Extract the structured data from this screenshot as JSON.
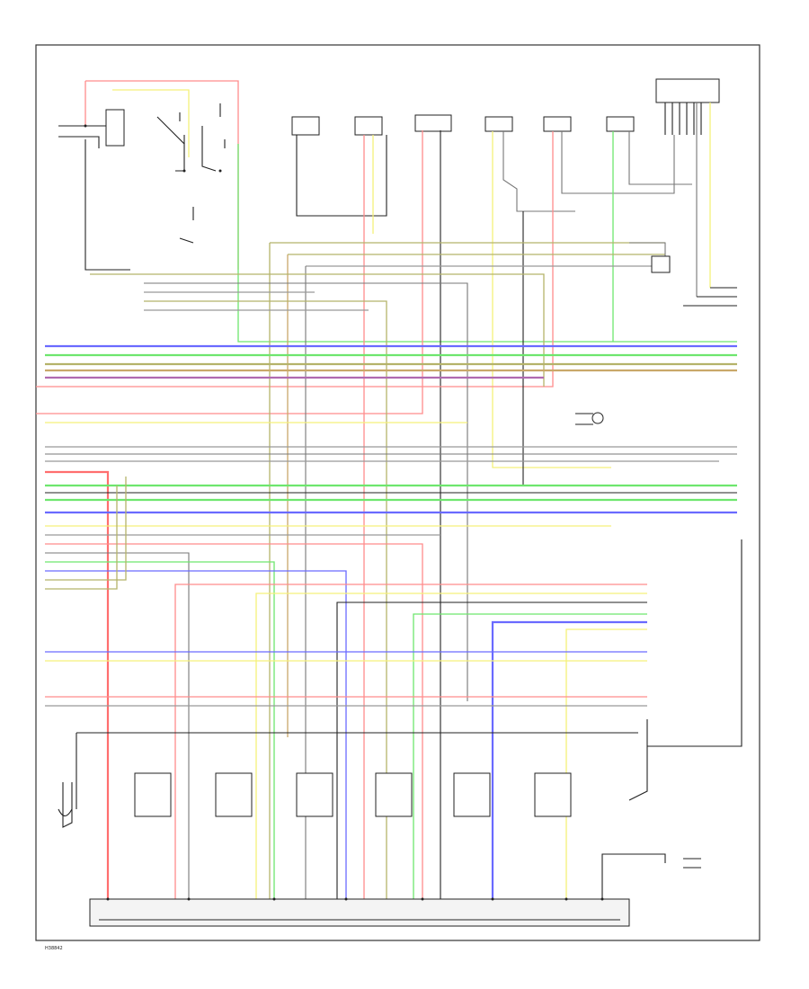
{
  "diagram": {
    "figure_ref": "H38842",
    "colors": {
      "red": "#ff8c8c",
      "yellow": "#f5f07a",
      "green": "#6ee66e",
      "blue": "#6a6aff",
      "purple": "#b06ab0",
      "tan": "#c9a86a",
      "olive": "#b5b36a",
      "gray": "#999999",
      "pink": "#ff6e6e",
      "black": "#222222"
    },
    "components": {
      "top_sensors": 6,
      "air_mix_actuators": 6,
      "connectors": 6
    }
  }
}
